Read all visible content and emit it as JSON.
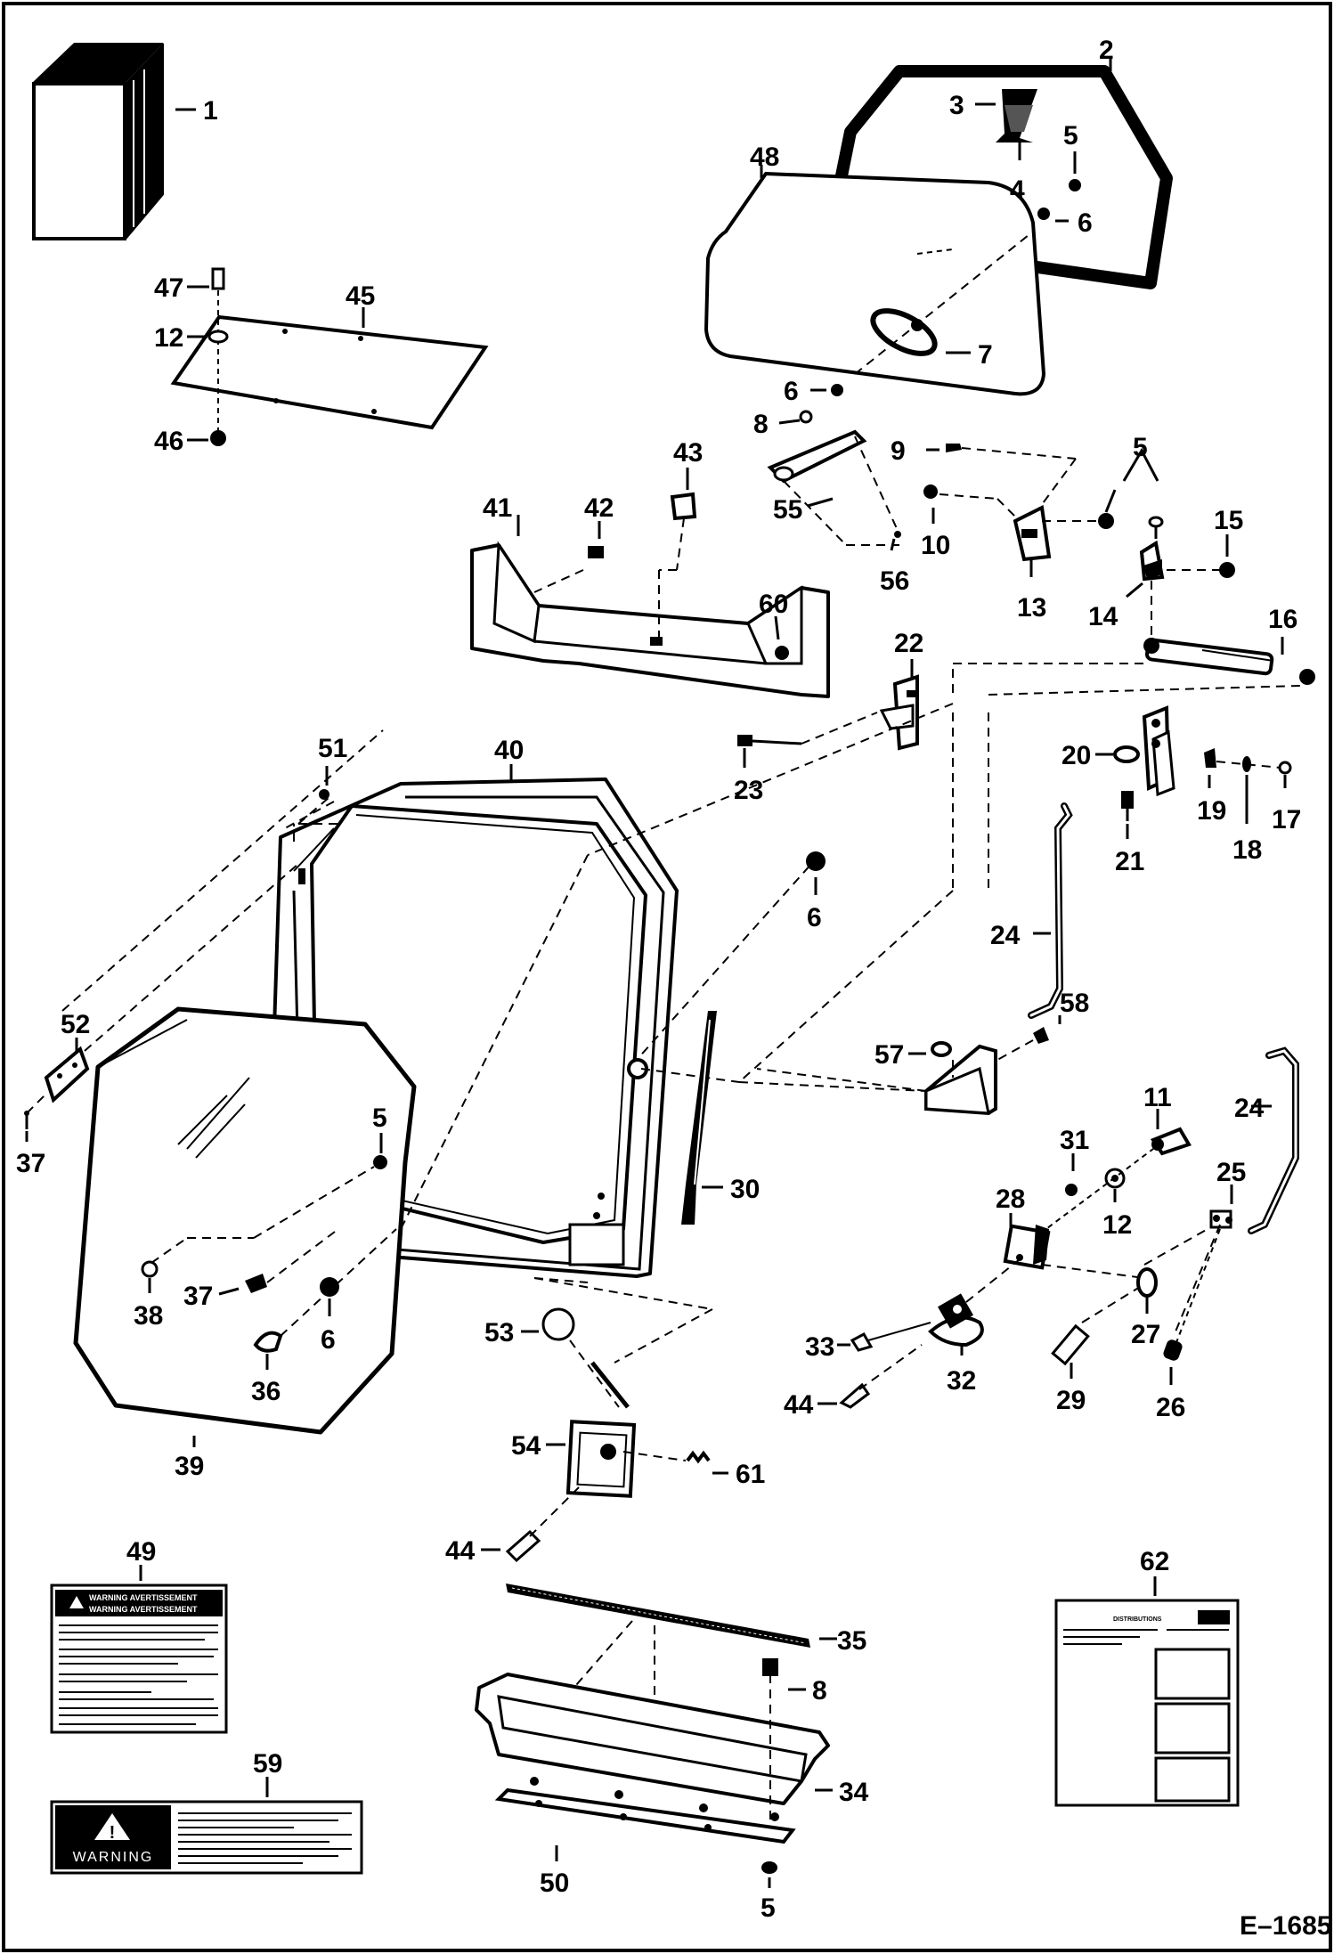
{
  "diagram": {
    "figure_code": "E–1685",
    "callouts": [
      "1",
      "2",
      "3",
      "4",
      "5",
      "6",
      "7",
      "8",
      "9",
      "10",
      "11",
      "12",
      "13",
      "14",
      "15",
      "16",
      "17",
      "18",
      "19",
      "20",
      "21",
      "22",
      "23",
      "24",
      "25",
      "26",
      "27",
      "28",
      "29",
      "30",
      "31",
      "32",
      "33",
      "34",
      "35",
      "36",
      "37",
      "38",
      "39",
      "40",
      "41",
      "42",
      "43",
      "44",
      "45",
      "46",
      "47",
      "48",
      "49",
      "50",
      "51",
      "52",
      "53",
      "54",
      "55",
      "56",
      "57",
      "58",
      "59",
      "60",
      "61",
      "62"
    ],
    "decal_49": {
      "header_text": "WARNING  AVERTISSEMENT",
      "header_text_2": "WARNING  AVERTISSEMENT"
    },
    "decal_59": {
      "warning_word": "WARNING"
    },
    "decal_62": {
      "title": "DISTRIBUTIONS"
    }
  },
  "colors": {
    "ink": "#000000",
    "paper": "#ffffff"
  }
}
